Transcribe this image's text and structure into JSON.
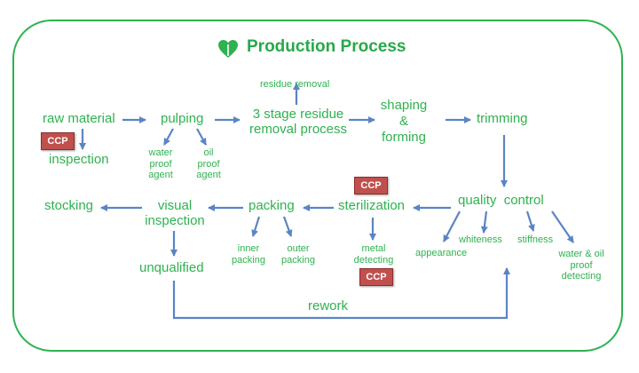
{
  "title": "Production Process",
  "ccp_label": "CCP",
  "nodes": {
    "raw_material": "raw material",
    "inspection": "inspection",
    "pulping": "pulping",
    "water_proof_agent": "water\nproof\nagent",
    "oil_proof_agent": "oil\nproof\nagent",
    "residue_removal_stage": "3 stage residue\nremoval process",
    "residue_removal": "residue removal",
    "shaping_forming": "shaping\n&\nforming",
    "trimming": "trimming",
    "quality_control": "quality  control",
    "appearance": "appearance",
    "whiteness": "whiteness",
    "stiffness": "stiffness",
    "water_oil_proof": "water & oil\nproof\ndetecting",
    "sterilization": "sterilization",
    "metal_detecting": "metal\ndetecting",
    "packing": "packing",
    "inner_packing": "inner\npacking",
    "outer_packing": "outer\npacking",
    "visual_inspection": "visual\ninspection",
    "stocking": "stocking",
    "unqualified": "unqualified",
    "rework": "rework"
  },
  "colors": {
    "text": "#2eb24f",
    "arrow": "#5b84c4",
    "border": "#2eb24f",
    "ccp": "#c0504d"
  }
}
